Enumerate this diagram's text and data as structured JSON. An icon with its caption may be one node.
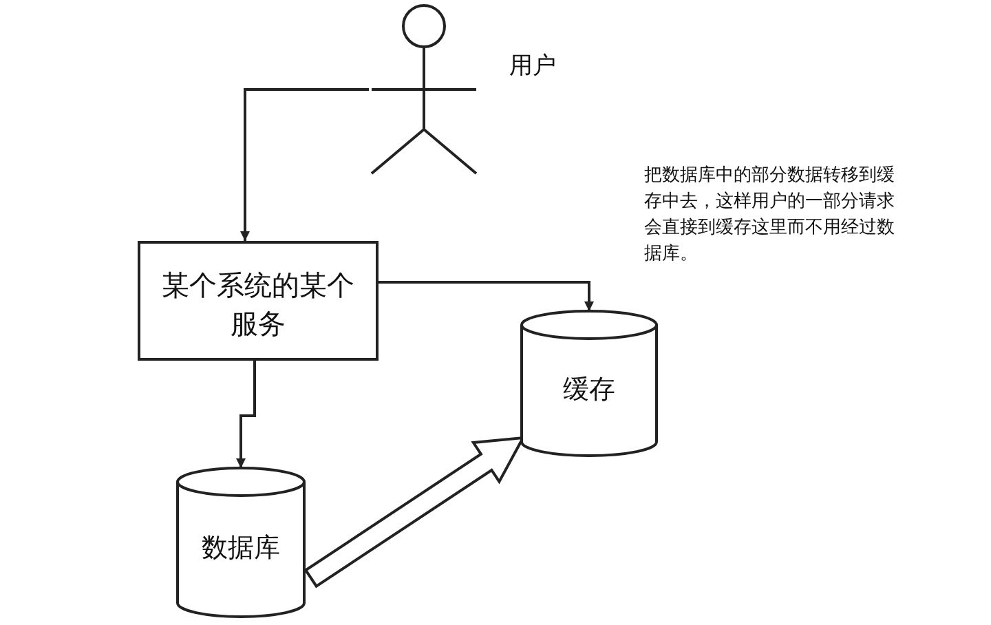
{
  "diagram": {
    "nodes": [
      {
        "text": [],
        "shape": "person",
        "beside": [
          "用户"
        ]
      },
      {
        "text": [
          "某个系统的某个服务"
        ]
      },
      {
        "text": [
          "缓存"
        ]
      },
      {
        "text": [
          "数据库"
        ]
      }
    ],
    "edges": [
      {
        "from": 0,
        "to": 1,
        "arrow": "to"
      },
      {
        "from": 1,
        "to": 2,
        "arrow": "to"
      },
      {
        "from": 1,
        "to": 3,
        "arrow": "to"
      },
      {
        "from": 3,
        "to": 2,
        "arrow": "to",
        "style": "thick"
      }
    ],
    "labels": [
      "把数据库中的部分数据转移到缓存中去，这样用户的一部分请求会直接到缓存这里而不用经过数据库。"
    ]
  }
}
